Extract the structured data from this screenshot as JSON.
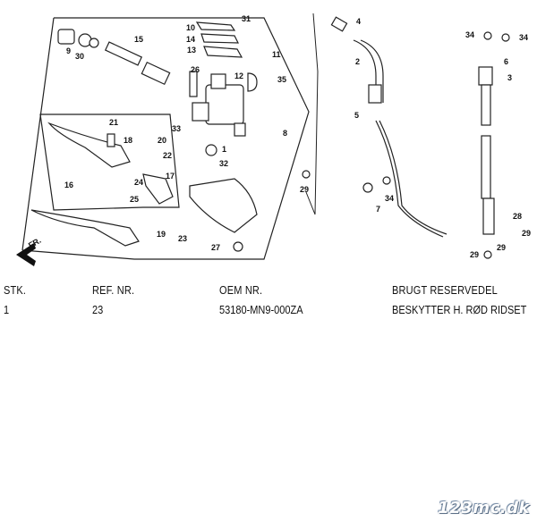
{
  "diagram": {
    "direction_label": "FR.",
    "callouts": [
      "1",
      "2",
      "3",
      "4",
      "5",
      "6",
      "7",
      "8",
      "9",
      "10",
      "11",
      "12",
      "13",
      "14",
      "15",
      "16",
      "17",
      "18",
      "19",
      "20",
      "21",
      "22",
      "23",
      "24",
      "25",
      "26",
      "27",
      "28",
      "29",
      "29",
      "29",
      "29",
      "30",
      "31",
      "32",
      "33",
      "34",
      "34",
      "34",
      "35"
    ]
  },
  "table": {
    "headers": [
      "STK.",
      "REF. NR.",
      "OEM NR.",
      "BRUGT RESERVEDEL"
    ],
    "rows": [
      [
        "1",
        "23",
        "53180-MN9-000ZA",
        "BESKYTTER H. RØD RIDSET"
      ]
    ]
  },
  "watermark": "123mc.dk"
}
